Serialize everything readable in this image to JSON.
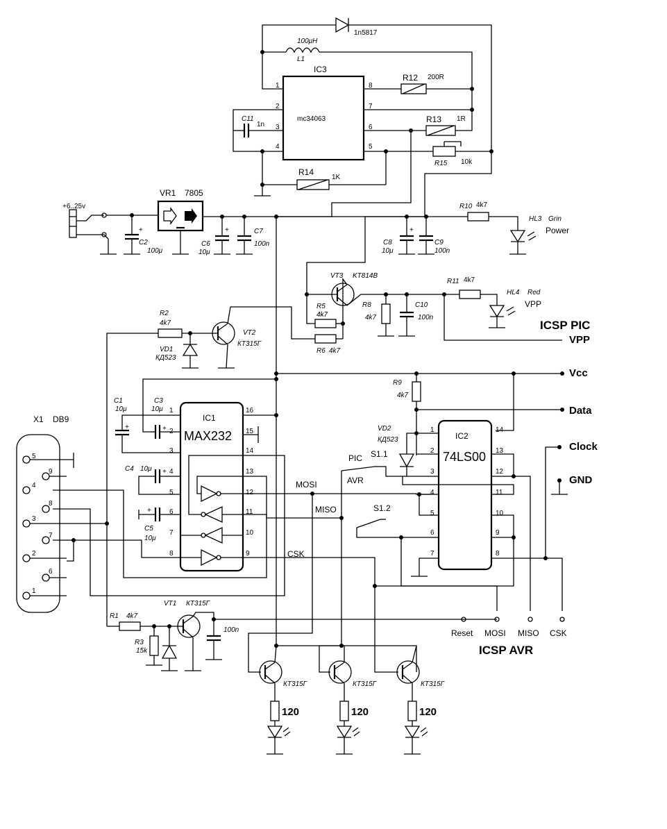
{
  "ic3": {
    "name": "IC3",
    "part": "mc34063",
    "pins": [
      "1",
      "2",
      "3",
      "4",
      "8",
      "7",
      "6",
      "5"
    ]
  },
  "ic1": {
    "name": "IC1",
    "part": "MAX232",
    "pins_left": [
      "1",
      "2",
      "3",
      "4",
      "5",
      "6",
      "7",
      "8"
    ],
    "pins_right": [
      "16",
      "15",
      "14",
      "13",
      "12",
      "11",
      "10",
      "9"
    ]
  },
  "ic2": {
    "name": "IC2",
    "part": "74LS00",
    "pins_left": [
      "1",
      "2",
      "3",
      "4",
      "5",
      "6",
      "7"
    ],
    "pins_right": [
      "14",
      "13",
      "12",
      "11",
      "10",
      "9",
      "8"
    ]
  },
  "top": {
    "d_label": "1n5817",
    "l1_val": "100μH",
    "l1_name": "L1",
    "r12": "R12",
    "r12_val": "200R",
    "c11": "C11",
    "c11_val": "1n",
    "r13": "R13",
    "r13_val": "1R",
    "r15": "R15",
    "r15_val": "10k",
    "r14": "R14",
    "r14_val": "1K"
  },
  "psu": {
    "input": "+6..25v",
    "vr1": "VR1",
    "vr1_part": "7805",
    "c2": "C2",
    "c2_val": "100μ",
    "c6": "C6",
    "c6_val": "10μ",
    "c7": "C7",
    "c7_val": "100n",
    "c8": "C8",
    "c8_val": "10μ",
    "c9": "C9",
    "c9_val": "100n",
    "r10": "R10",
    "r10_val": "4k7",
    "hl3": "HL3",
    "hl3_color": "Grin",
    "hl3_txt": "Power"
  },
  "vpp": {
    "vt3": "VT3",
    "vt3_part": "KT814B",
    "r5": "R5",
    "r5_val": "4k7",
    "r6": "R6",
    "r6_val": "4k7",
    "r8": "R8",
    "r8_val": "4k7",
    "c10": "C10",
    "c10_val": "100n",
    "r11": "R11",
    "r11_val": "4k7",
    "hl4": "HL4",
    "hl4_color": "Red",
    "hl4_txt": "VPP",
    "r2": "R2",
    "r2_val": "4k7",
    "vt2": "VT2",
    "vt2_part": "КТ315Г",
    "vd1": "VD1",
    "vd1_part": "КД523"
  },
  "labels": {
    "icsp_pic": "ICSP PIC",
    "vpp": "VPP",
    "vcc": "Vcc",
    "data": "Data",
    "clock": "Clock",
    "gnd": "GND",
    "mosi": "MOSI",
    "miso": "MISO",
    "csk": "CSK",
    "pic": "PIC",
    "avr": "AVR",
    "s11": "S1.1",
    "s12": "S1.2",
    "icsp_avr": "ICSP AVR",
    "reset": "Reset",
    "hdr_mosi": "MOSI",
    "hdr_miso": "MISO",
    "hdr_csk": "CSK"
  },
  "caps_ic1": {
    "c1": "C1",
    "c1_val": "10μ",
    "c3": "C3",
    "c3_val": "10μ",
    "c4": "C4",
    "c4_val": "10μ",
    "c5": "C5",
    "c5_val": "10μ"
  },
  "misc": {
    "r9": "R9",
    "r9_val": "4k7",
    "vd2": "VD2",
    "vd2_part": "КД523"
  },
  "db9": {
    "name": "X1",
    "type": "DB9",
    "pins": [
      "5",
      "9",
      "4",
      "8",
      "3",
      "7",
      "2",
      "6",
      "1"
    ]
  },
  "bottom": {
    "r1": "R1",
    "r1_val": "4k7",
    "r3": "R3",
    "r3_val": "15k",
    "vt1": "VT1",
    "vt1_part": "КТ315Г",
    "c_val": "100n",
    "t_part": "КТ315Г",
    "r_led": "120"
  }
}
